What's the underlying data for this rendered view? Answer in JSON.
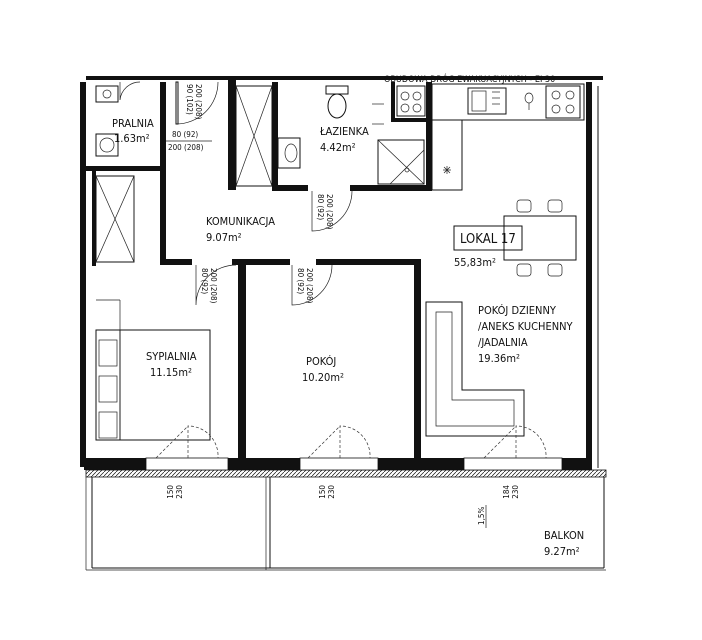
{
  "header": {
    "evac_note": "OBUDOWA DRÓG EWAKUACYJNYCH - EI 30"
  },
  "unit": {
    "label": "LOKAL 17",
    "area": "55,83m²"
  },
  "rooms": {
    "pralnia": {
      "name": "PRALNIA",
      "area": "1.63m²"
    },
    "lazienka": {
      "name": "ŁAZIENKA",
      "area": "4.42m²"
    },
    "komunikacja": {
      "name": "KOMUNIKACJA",
      "area": "9.07m²"
    },
    "sypialnia": {
      "name": "SYPIALNIA",
      "area": "11.15m²"
    },
    "pokoj": {
      "name": "POKÓJ",
      "area": "10.20m²"
    },
    "dzienny": {
      "line1": "POKÓJ DZIENNY",
      "line2": "/ANEKS KUCHENNY",
      "line3": "/JADALNIA",
      "area": "19.36m²"
    },
    "balkon": {
      "name": "BALKON",
      "area": "9.27m²"
    }
  },
  "doors": {
    "d1": {
      "a": "90 (102)",
      "b": "200 (208)"
    },
    "d2": {
      "a": "80 (92)",
      "b": "200 (208)"
    },
    "d3": {
      "a": "80 (92)",
      "b": "200 (208)"
    },
    "d4": {
      "a": "80 (92)",
      "b": "200 (208)"
    },
    "d5": {
      "a": "80 (92)",
      "b": "200 (208)"
    }
  },
  "windows": [
    {
      "a": "150",
      "b": "230"
    },
    {
      "a": "150",
      "b": "230"
    },
    {
      "a": "184",
      "b": "230"
    }
  ],
  "slope": "1,5%"
}
